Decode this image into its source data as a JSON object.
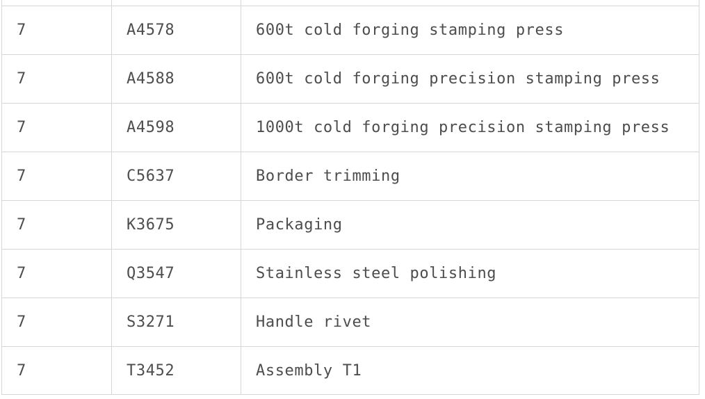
{
  "table": {
    "rows": [
      {
        "num": "7",
        "code": "A4578",
        "desc": "600t cold forging stamping press"
      },
      {
        "num": "7",
        "code": "A4588",
        "desc": "600t cold forging precision stamping press"
      },
      {
        "num": "7",
        "code": "A4598",
        "desc": "1000t cold forging precision stamping press"
      },
      {
        "num": "7",
        "code": "C5637",
        "desc": "Border trimming"
      },
      {
        "num": "7",
        "code": "K3675",
        "desc": "Packaging"
      },
      {
        "num": "7",
        "code": "Q3547",
        "desc": "Stainless steel polishing"
      },
      {
        "num": "7",
        "code": "S3271",
        "desc": "Handle rivet"
      },
      {
        "num": "7",
        "code": "T3452",
        "desc": "Assembly T1"
      }
    ]
  }
}
